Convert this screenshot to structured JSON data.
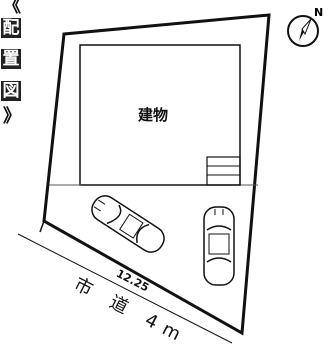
{
  "title": {
    "open_bracket": "《",
    "chars": [
      "配",
      "置",
      "図"
    ],
    "close_bracket": "》"
  },
  "building_label": "建物",
  "frontage_length": "12.25",
  "road_label": "市 道 4m",
  "compass": {
    "letter": "N",
    "icon": "north-arrow-icon"
  },
  "cars": [
    {
      "name": "parked-car-angled"
    },
    {
      "name": "parked-car-vertical"
    }
  ]
}
